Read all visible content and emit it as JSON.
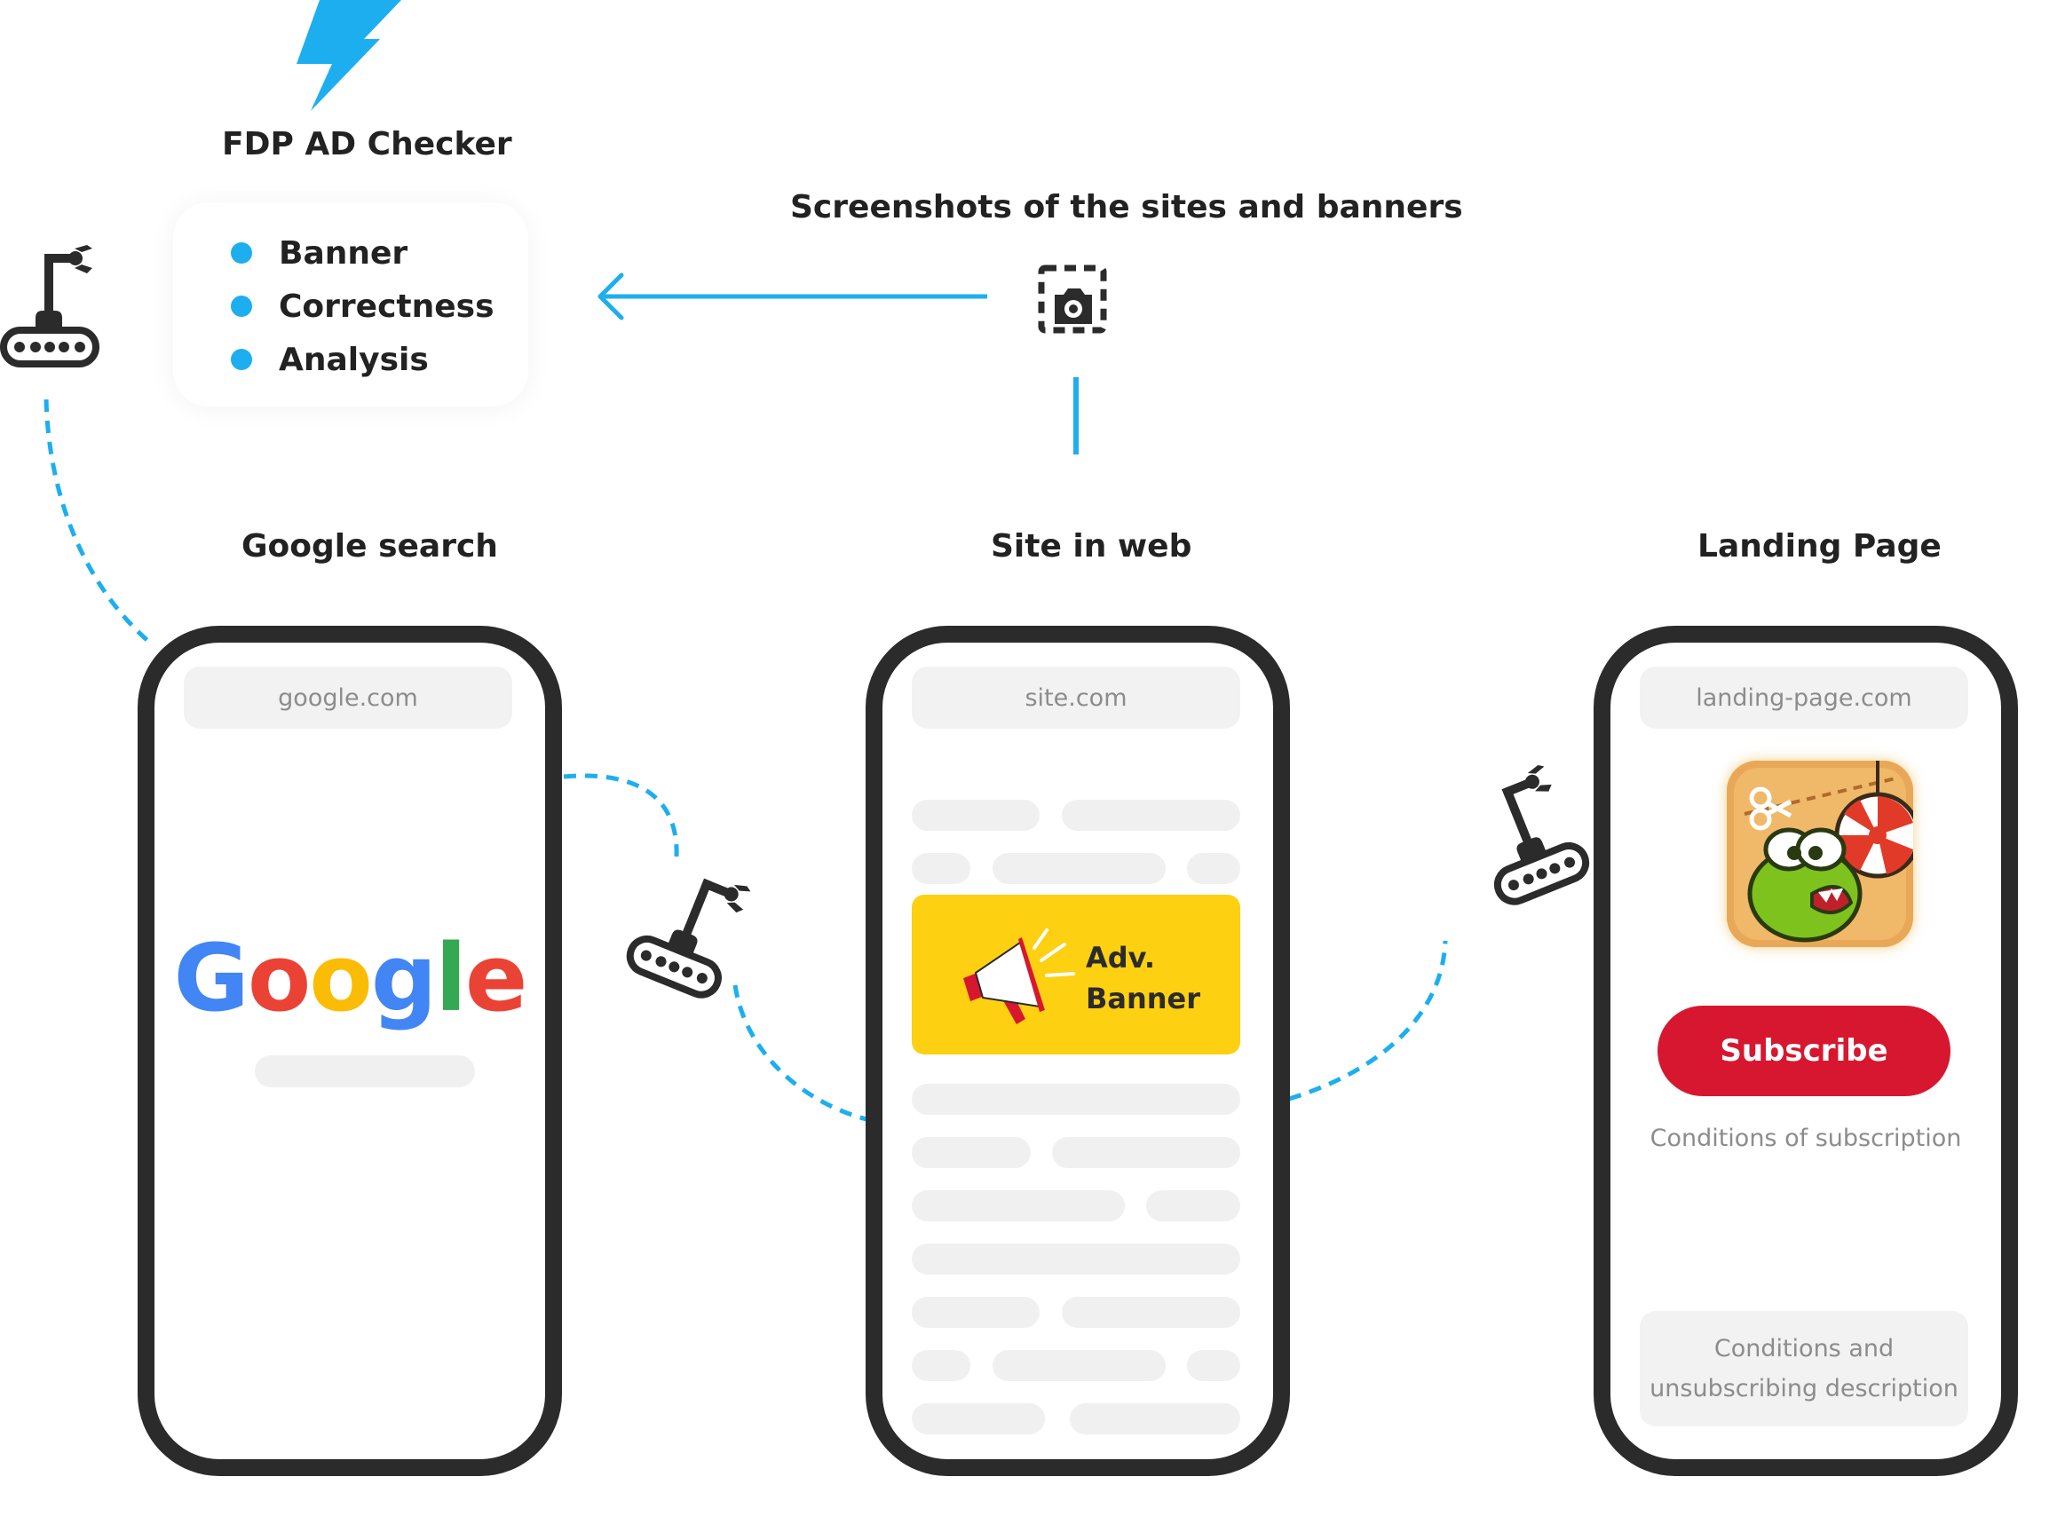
{
  "checker": {
    "title": "FDP AD Checker",
    "features": [
      "Banner",
      "Correctness",
      "Analysis"
    ]
  },
  "screenshots": {
    "label": "Screenshots of the sites and banners"
  },
  "phones": [
    {
      "title": "Google search",
      "url": "google.com",
      "logo_text": "Google"
    },
    {
      "title": "Site in web",
      "url": "site.com",
      "banner_line1": "Adv.",
      "banner_line2": "Banner"
    },
    {
      "title": "Landing Page",
      "url": "landing-page.com",
      "button": "Subscribe",
      "conditions": "Conditions of subscription",
      "description": "Conditions and\nunsubscribing  description"
    }
  ],
  "colors": {
    "accent_blue": "#1daef0",
    "phone_frame": "#2b2b2b",
    "banner_yellow": "#fdd012",
    "subscribe_red": "#d7172f",
    "google_blue": "#4285f4",
    "google_red": "#ea4335",
    "google_yellow": "#fbbc05",
    "google_green": "#34a853"
  },
  "icons": {
    "logo": "lightning-bolt-icon",
    "screenshot": "camera-capture-icon",
    "robot": "robot-arm-conveyor-icon",
    "megaphone": "megaphone-icon"
  }
}
